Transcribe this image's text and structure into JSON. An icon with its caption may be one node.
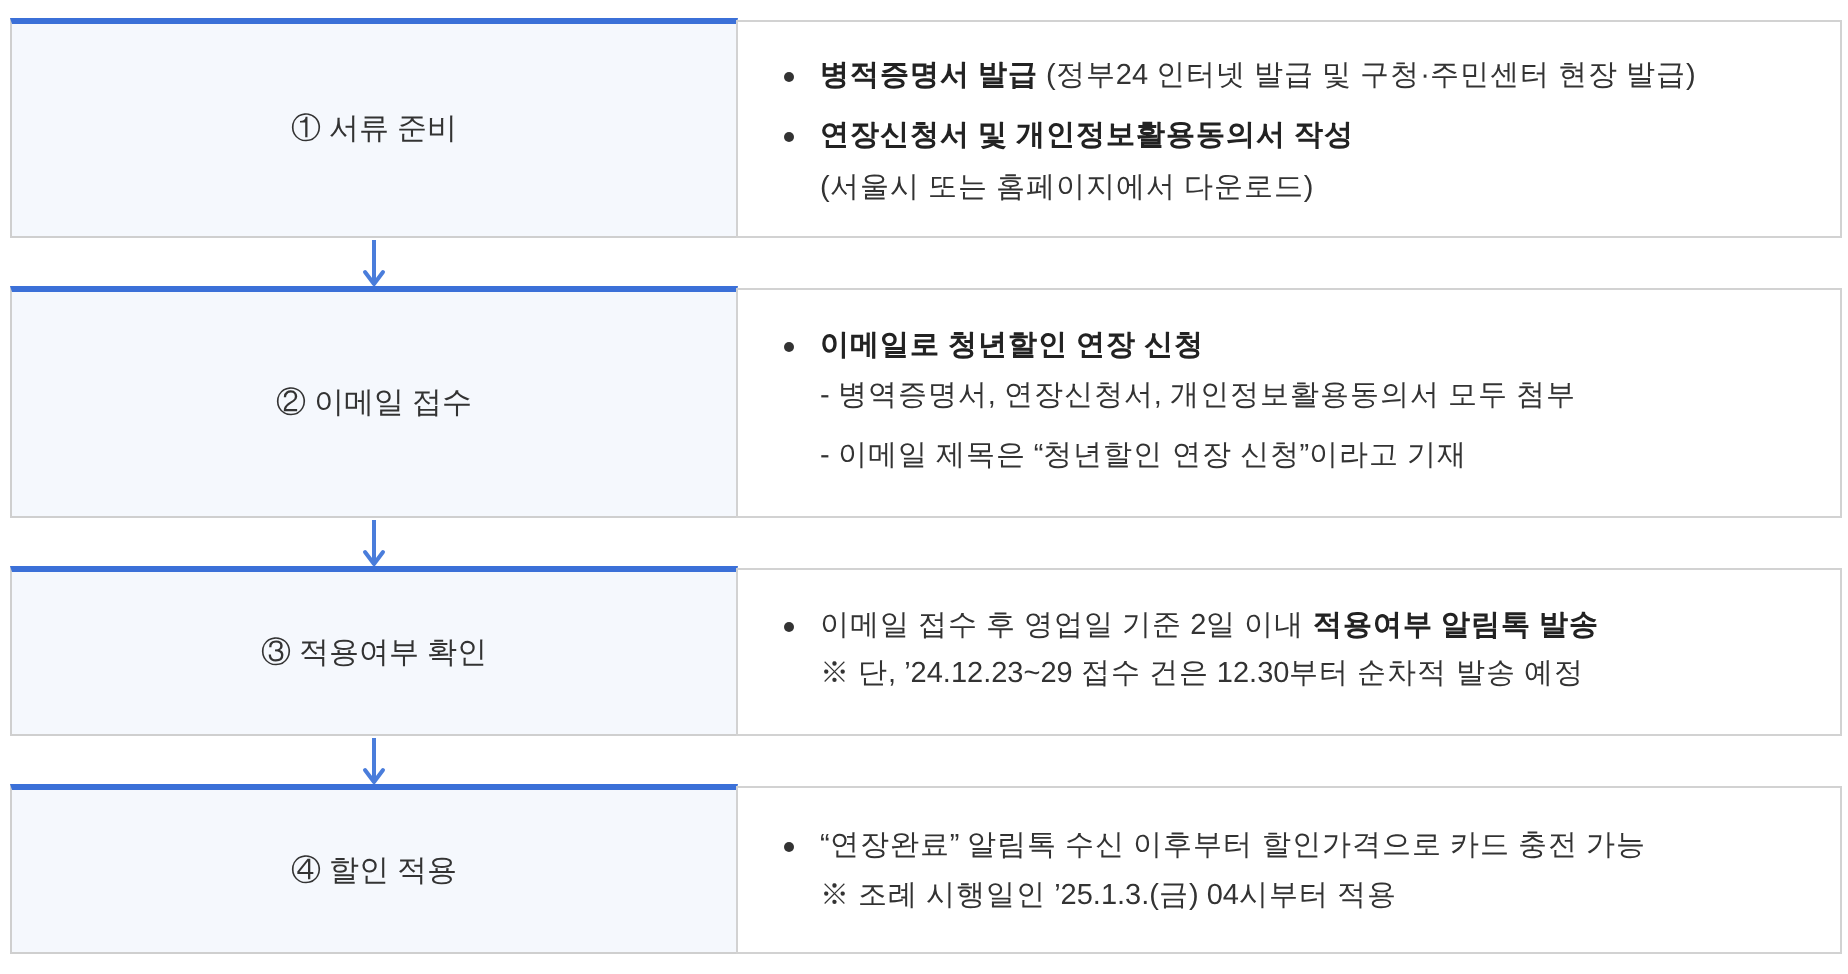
{
  "diagram": {
    "nodes": [
      {
        "text": [
          "① 서류 준비"
        ]
      },
      {
        "text": [
          "**병적증명서 발급** (정부24 인터넷 발급 및 구청·주민센터 현장 발급)",
          "연장신청서 및 개인정보활용동의서 작성",
          "(서울시 또는 홈페이지에서 다운로드)"
        ]
      },
      {
        "text": [
          "② 이메일 접수"
        ]
      },
      {
        "text": [
          "이메일로 청년할인 연장 신청",
          "- 병역증명서, 연장신청서, 개인정보활용동의서 모두 첨부",
          "- 이메일 제목은 “청년할인 연장 신청”이라고 기재"
        ]
      },
      {
        "text": [
          "③ 적용여부 확인"
        ]
      },
      {
        "text": [
          "이메일 접수 후 영업일 기준 2일 이내 **적용여부 알림톡 발송**",
          "※ 단, ’24.12.23~29 접수 건은 12.30부터 순차적 발송 예정"
        ]
      },
      {
        "text": [
          "④ 할인 적용"
        ]
      },
      {
        "text": [
          "“연장완료” 알림톡 수신 이후부터 할인가격으로 카드 충전 가능",
          "※ 조례 시행일인 ’25.1.3.(금) 04시부터 적용"
        ]
      }
    ],
    "edges": [
      {
        "from": 0,
        "to": 2,
        "arrow": "to"
      },
      {
        "from": 2,
        "to": 4,
        "arrow": "to"
      },
      {
        "from": 4,
        "to": 6,
        "arrow": "to"
      }
    ]
  }
}
